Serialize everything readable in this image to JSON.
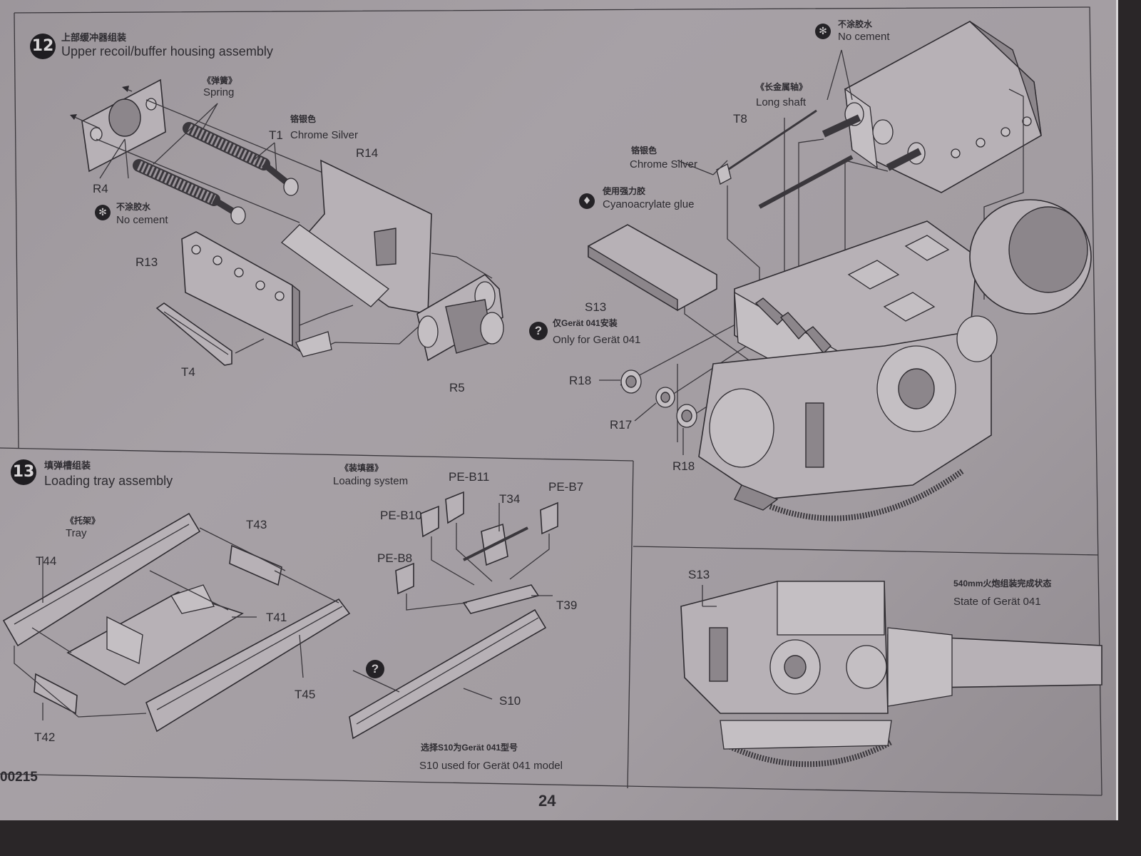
{
  "step12": {
    "number": "12",
    "title_cn": "上部缓冲器组装",
    "title_en": "Upper recoil/buffer housing assembly",
    "spring_cn": "《弹簧》",
    "spring_en": "Spring",
    "chrome_cn": "铬银色",
    "chrome_label": "T1",
    "chrome_en": "Chrome Silver",
    "no_cement_cn": "不涂胶水",
    "no_cement_en": "No cement",
    "parts": {
      "r4": "R4",
      "r13": "R13",
      "r14": "R14",
      "t4": "T4",
      "r5": "R5"
    }
  },
  "step12_right": {
    "no_cement_cn": "不涂胶水",
    "no_cement_en": "No cement",
    "long_shaft_cn": "《长金属轴》",
    "long_shaft_en": "Long shaft",
    "t8": "T8",
    "chrome_cn": "铬银色",
    "chrome_en": "Chrome Silver",
    "glue_cn": "使用强力胶",
    "glue_en": "Cyanoacrylate glue",
    "s13": "S13",
    "only_cn": "仅Gerät  041安装",
    "only_en": "Only for Gerät 041",
    "r18a": "R18",
    "r17": "R17",
    "r18b": "R18"
  },
  "step13": {
    "number": "13",
    "title_cn": "填弹槽组装",
    "title_en": "Loading tray assembly",
    "loading_cn": "《装填器》",
    "loading_en": "Loading system",
    "tray_cn": "《托架》",
    "tray_en": "Tray",
    "parts": {
      "pe_b11": "PE-B11",
      "t34": "T34",
      "pe_b7": "PE-B7",
      "pe_b10": "PE-B10",
      "pe_b8": "PE-B8",
      "t39": "T39",
      "t43": "T43",
      "t44": "T44",
      "t41": "T41",
      "t45": "T45",
      "t42": "T42",
      "s10": "S10"
    },
    "select_cn": "选择S10为Gerät 041型号",
    "select_en": "S10 used for Gerät 041 model"
  },
  "final": {
    "s13": "S13",
    "state_cn": "540mm火炮组装完成状态",
    "state_en": "State of Gerät 041"
  },
  "footer": {
    "code": "00215",
    "page": "24"
  },
  "symbols": {
    "no_cement": "no-cement-icon",
    "glue": "glue-drop-icon",
    "question": "question-mark-icon"
  }
}
